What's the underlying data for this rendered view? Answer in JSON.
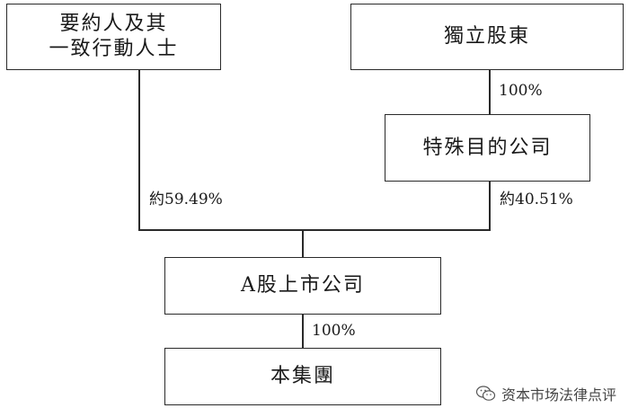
{
  "nodes": {
    "controlling_shareholders": {
      "line1": "要約人及其",
      "line2": "一致行動人士"
    },
    "independent_shareholders": "獨立股東",
    "special_purpose_company": "特殊目的公司",
    "a_share_listed_company": "A股上市公司",
    "the_group": "本集團"
  },
  "edges": {
    "independent_to_spv": "100%",
    "controlling_to_listed": "約59.49%",
    "spv_to_listed": "約40.51%",
    "listed_to_group": "100%"
  },
  "watermark": {
    "text": "资本市场法律点评",
    "icon": "wechat-icon"
  }
}
